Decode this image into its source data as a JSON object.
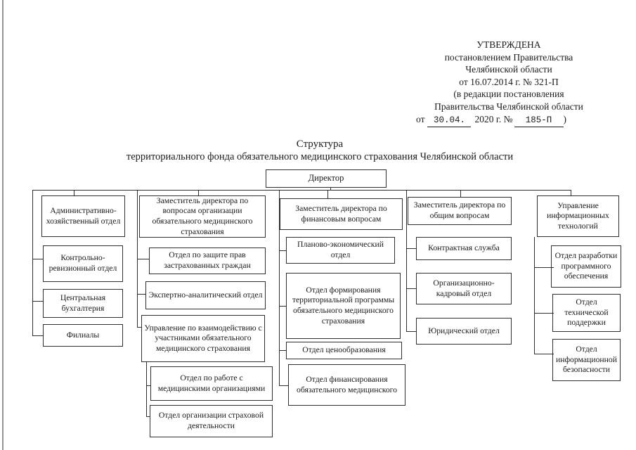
{
  "page": {
    "background": "#ffffff",
    "ink": "#1b1b1b"
  },
  "approval": {
    "line1": "УТВЕРЖДЕНА",
    "line2": "постановлением Правительства",
    "line3": "Челябинской области",
    "line4": "от 16.07.2014 г. № 321-П",
    "line5": "(в редакции постановления",
    "line6": "Правительства Челябинской области",
    "line7_prefix": "от",
    "line7_date": "30.04.",
    "line7_mid": "2020 г. №",
    "line7_number": "185-П",
    "line7_suffix": ")"
  },
  "title": {
    "line1": "Структура",
    "line2": "территориального фонда обязательного медицинского страхования Челябинской области"
  },
  "org": {
    "director": "Директор",
    "columns": [
      {
        "name": "administrative-column",
        "boxes": [
          "Административно-хозяйственный отдел",
          "Контрольно-ревизионный отдел",
          "Центральная бухгалтерия",
          "Филиалы"
        ]
      },
      {
        "name": "deputy-oms-organization-column",
        "boxes": [
          "Заместитель директора по вопросам организации обязательного медицинского страхования",
          "Отдел по защите прав застрахованных граждан",
          "Экспертно-аналитический отдел",
          "Управление по взаимодействию с участниками обязательного медицинского страхования",
          "Отдел по работе с медицинскими организациями",
          "Отдел организации страховой деятельности"
        ]
      },
      {
        "name": "deputy-finance-column",
        "boxes": [
          "Заместитель директора по финансовым вопросам",
          "Планово-экономический отдел",
          "Отдел формирования территориальной программы обязательного медицинского страхования",
          "Отдел ценообразования",
          "Отдел финансирования обязательного медицинского"
        ]
      },
      {
        "name": "deputy-general-column",
        "boxes": [
          "Заместитель директора по общим вопросам",
          "Контрактная служба",
          "Организационно-кадровый отдел",
          "Юридический отдел"
        ]
      },
      {
        "name": "it-department-column",
        "boxes": [
          "Управление информационных технологий",
          "Отдел разработки программного обеспечения",
          "Отдел технической поддержки",
          "Отдел информационной безопасности"
        ]
      }
    ]
  }
}
